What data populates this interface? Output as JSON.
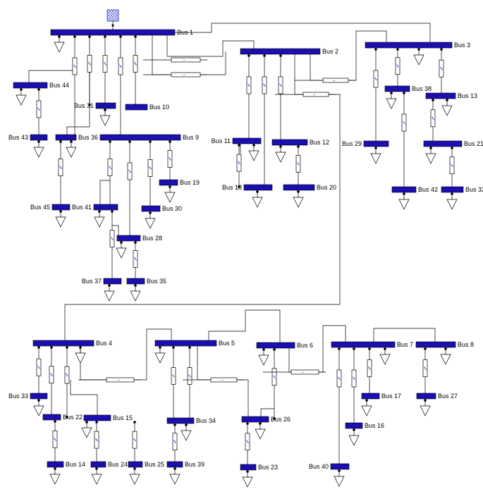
{
  "diagram": {
    "buses": {
      "bus1": "Bus 1",
      "bus2": "Bus 2",
      "bus3": "Bus 3",
      "bus4": "Bus 4",
      "bus5": "Bus 5",
      "bus6": "Bus 6",
      "bus7": "Bus 7",
      "bus8": "Bus 8",
      "bus9": "Bus 9",
      "bus10": "Bus 10",
      "bus11": "Bus 11",
      "bus12": "Bus 12",
      "bus13": "Bus 13",
      "bus14": "Bus 14",
      "bus15": "Bus 15",
      "bus16": "Bus 16",
      "bus17": "Bus 17",
      "bus18": "Bus 18",
      "bus19": "Bus 19",
      "bus20": "Bus 20",
      "bus21": "Bus 21",
      "bus22": "Bus 22",
      "bus23": "Bus 23",
      "bus24": "Bus 24",
      "bus25": "Bus 25",
      "bus26": "Bus 26",
      "bus27": "Bus 27",
      "bus28": "Bus 28",
      "bus29": "Bus 29",
      "bus30": "Bus 30",
      "bus31": "Bus 31",
      "bus32": "Bus 32",
      "bus33": "Bus 33",
      "bus34": "Bus 34",
      "bus35": "Bus 35",
      "bus36": "Bus 36",
      "bus37": "Bus 37",
      "bus38": "Bus 38",
      "bus39": "Bus 39",
      "bus40": "Bus 40",
      "bus41": "Bus 41",
      "bus42": "Bus 42",
      "bus43": "Bus 43",
      "bus44": "Bus 44",
      "bus45": "Bus 45"
    },
    "colors": {
      "bus": "#1a0fb0",
      "wire": "#000000",
      "symbol": "#3333cc"
    },
    "icons": {
      "source": "external-grid-icon",
      "load": "load-triangle-icon",
      "breaker": "breaker-icon"
    }
  }
}
